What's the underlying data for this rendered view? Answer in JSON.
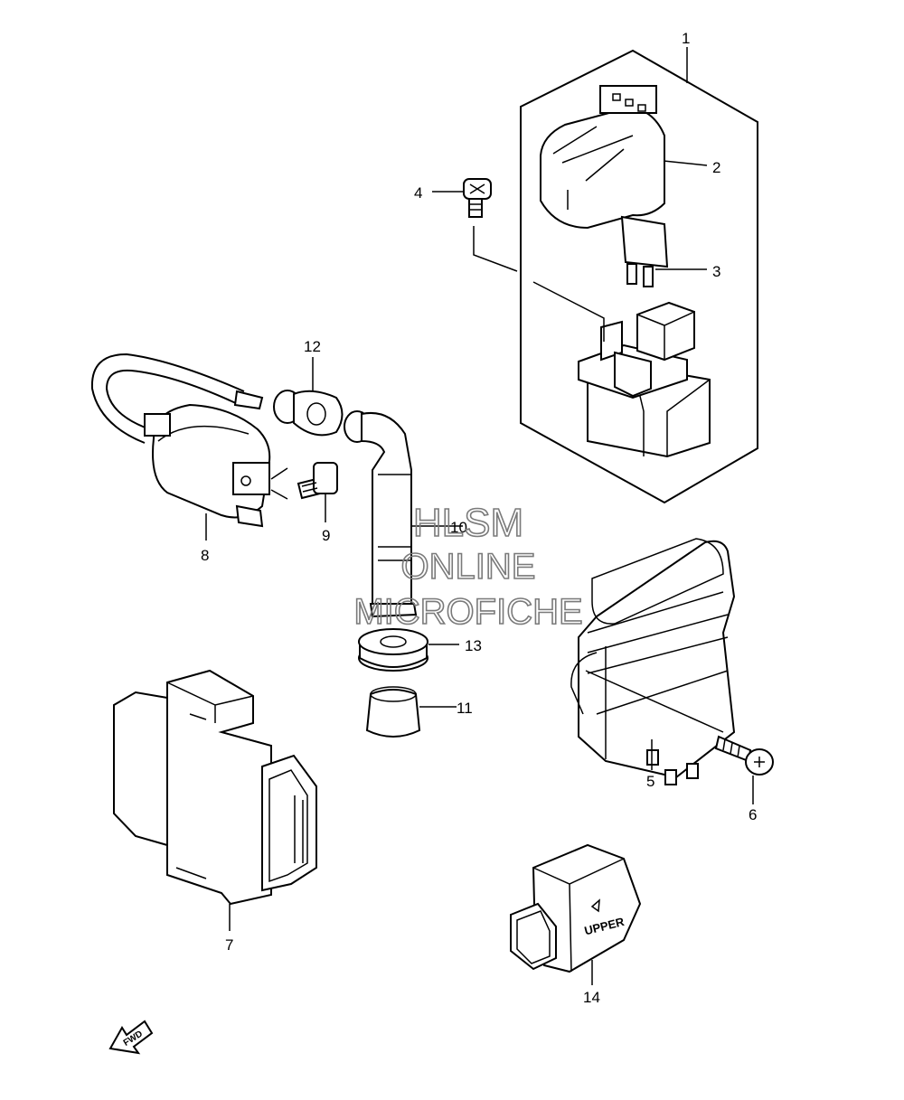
{
  "callouts": {
    "c1": "1",
    "c2": "2",
    "c3": "3",
    "c4": "4",
    "c5": "5",
    "c6": "6",
    "c7": "7",
    "c8": "8",
    "c9": "9",
    "c10": "10",
    "c11": "11",
    "c12": "12",
    "c13": "13",
    "c14": "14"
  },
  "watermark": {
    "line1": "HLSM",
    "line2": "ONLINE",
    "line3": "MICROFICHE"
  },
  "connector_text": "UPPER",
  "fwd_text": "FWD"
}
